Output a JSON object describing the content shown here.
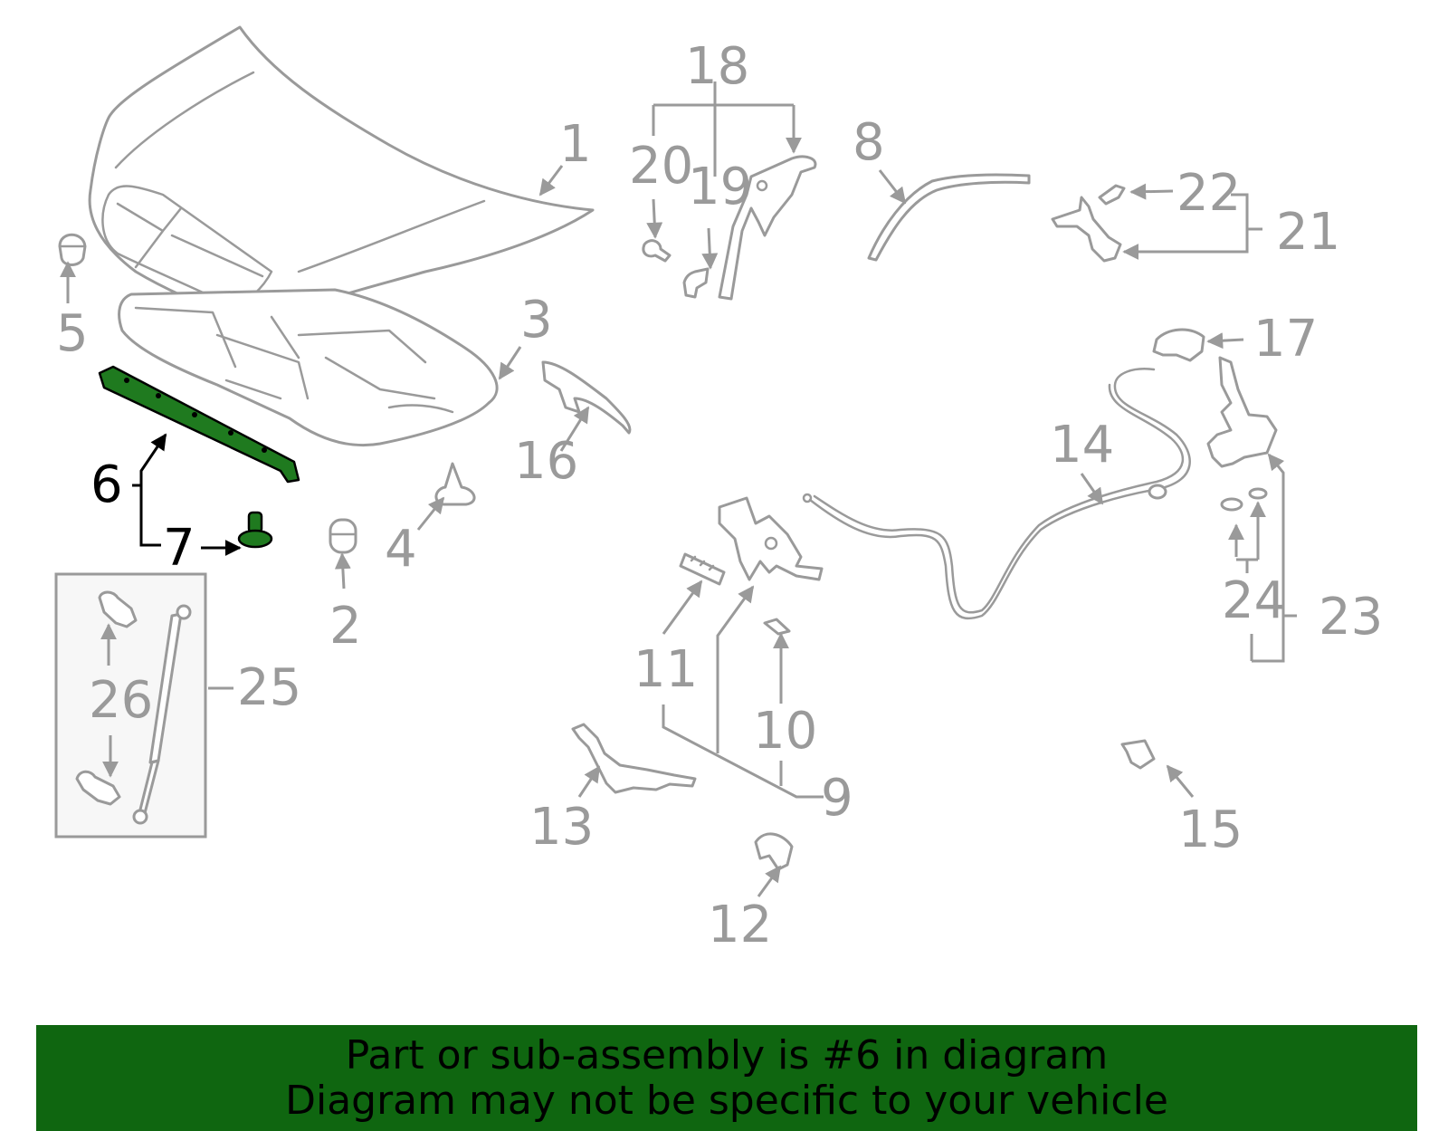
{
  "colors": {
    "part_stroke": "#9a9a9a",
    "highlight_fill": "#1f7a1f",
    "banner_bg": "#0f6610",
    "banner_text": "#000000"
  },
  "callouts": {
    "c1": "1",
    "c2": "2",
    "c3": "3",
    "c4": "4",
    "c5": "5",
    "c6": "6",
    "c7": "7",
    "c8": "8",
    "c9": "9",
    "c10": "10",
    "c11": "11",
    "c12": "12",
    "c13": "13",
    "c14": "14",
    "c15": "15",
    "c16": "16",
    "c17": "17",
    "c18": "18",
    "c19": "19",
    "c20": "20",
    "c21": "21",
    "c22": "22",
    "c23": "23",
    "c24": "24",
    "c25": "25",
    "c26": "26"
  },
  "highlighted_part": "6",
  "banner": {
    "line1": "Part or sub-assembly is #6 in diagram",
    "line2": "Diagram may not be specific to your vehicle"
  }
}
